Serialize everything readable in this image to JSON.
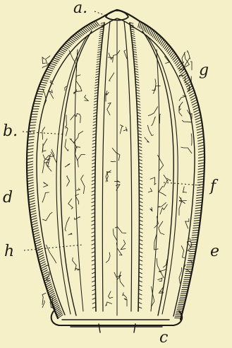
{
  "figure": {
    "background": "#f6f0c9",
    "ink": "#1b1a14",
    "labels": {
      "a": "a.",
      "b": "b.",
      "c": "c",
      "d": "d",
      "e": "e",
      "f": "f",
      "g": "g",
      "h": "h"
    }
  }
}
